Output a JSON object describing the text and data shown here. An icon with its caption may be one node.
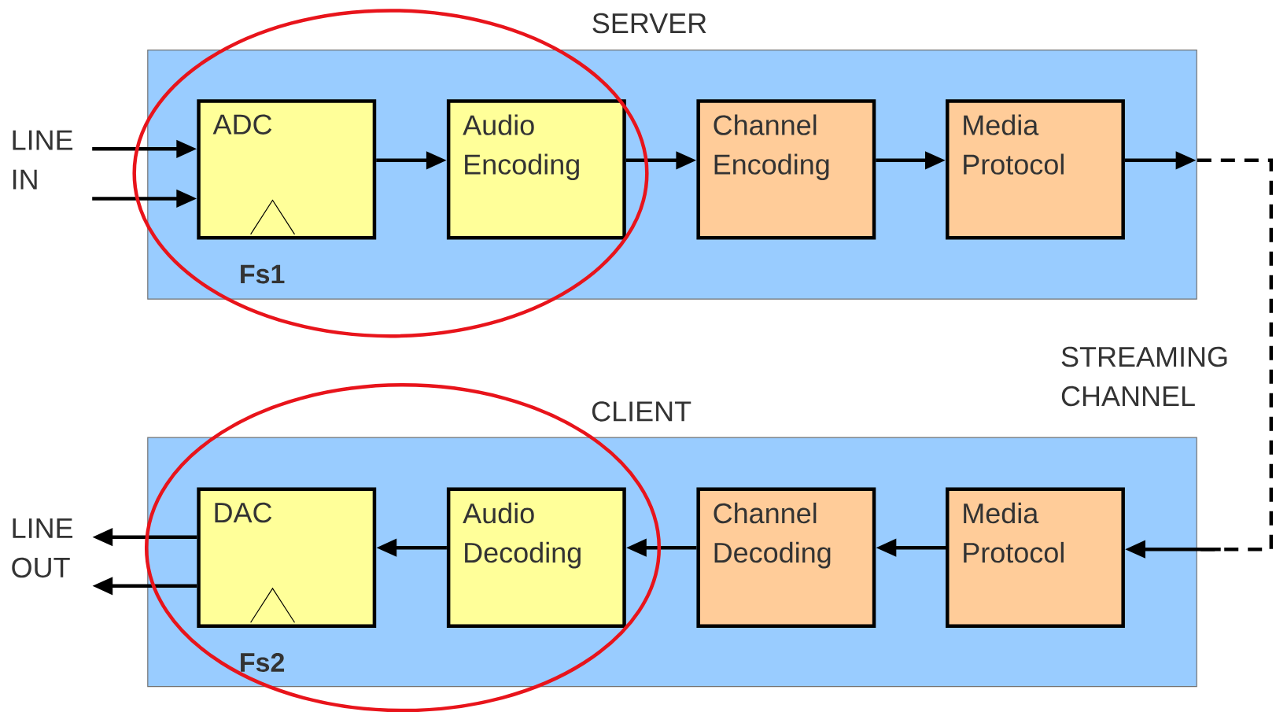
{
  "diagram": {
    "nodes": [
      {
        "text": [
          "SERVER"
        ]
      },
      {
        "text": [
          "ADC"
        ],
        "in": 0,
        "beside": [
          "Fs1"
        ]
      },
      {
        "text": [
          "Audio Encoding"
        ],
        "in": 0
      },
      {
        "text": [
          "Channel Encoding"
        ],
        "in": 0
      },
      {
        "text": [
          "Media Protocol"
        ],
        "in": 0
      },
      {
        "text": [
          "CLIENT"
        ]
      },
      {
        "text": [
          "DAC"
        ],
        "in": 5,
        "beside": [
          "Fs2"
        ]
      },
      {
        "text": [
          "Audio Decoding"
        ],
        "in": 5
      },
      {
        "text": [
          "Channel Decoding"
        ],
        "in": 5
      },
      {
        "text": [
          "Media Protocol"
        ],
        "in": 5
      },
      {
        "text": [
          "LINE IN"
        ]
      },
      {
        "text": [
          "LINE OUT"
        ]
      }
    ],
    "edges": [
      {
        "from": 10,
        "to": 1,
        "arrow": "to"
      },
      {
        "from": 10,
        "to": 1,
        "arrow": "to"
      },
      {
        "from": 1,
        "to": 2,
        "arrow": "to"
      },
      {
        "from": 2,
        "to": 3,
        "arrow": "to"
      },
      {
        "from": 3,
        "to": 4,
        "arrow": "to"
      },
      {
        "from": 4,
        "to": null,
        "arrow": "to"
      },
      {
        "from": 0,
        "to": 5,
        "arrow": "none",
        "style": "dashed",
        "label": "STREAMING CHANNEL"
      },
      {
        "from": null,
        "to": 9,
        "arrow": "to"
      },
      {
        "from": 9,
        "to": 8,
        "arrow": "to"
      },
      {
        "from": 8,
        "to": 7,
        "arrow": "to"
      },
      {
        "from": 7,
        "to": 6,
        "arrow": "to"
      },
      {
        "from": 6,
        "to": 11,
        "arrow": "to"
      },
      {
        "from": 6,
        "to": 11,
        "arrow": "to"
      }
    ]
  }
}
